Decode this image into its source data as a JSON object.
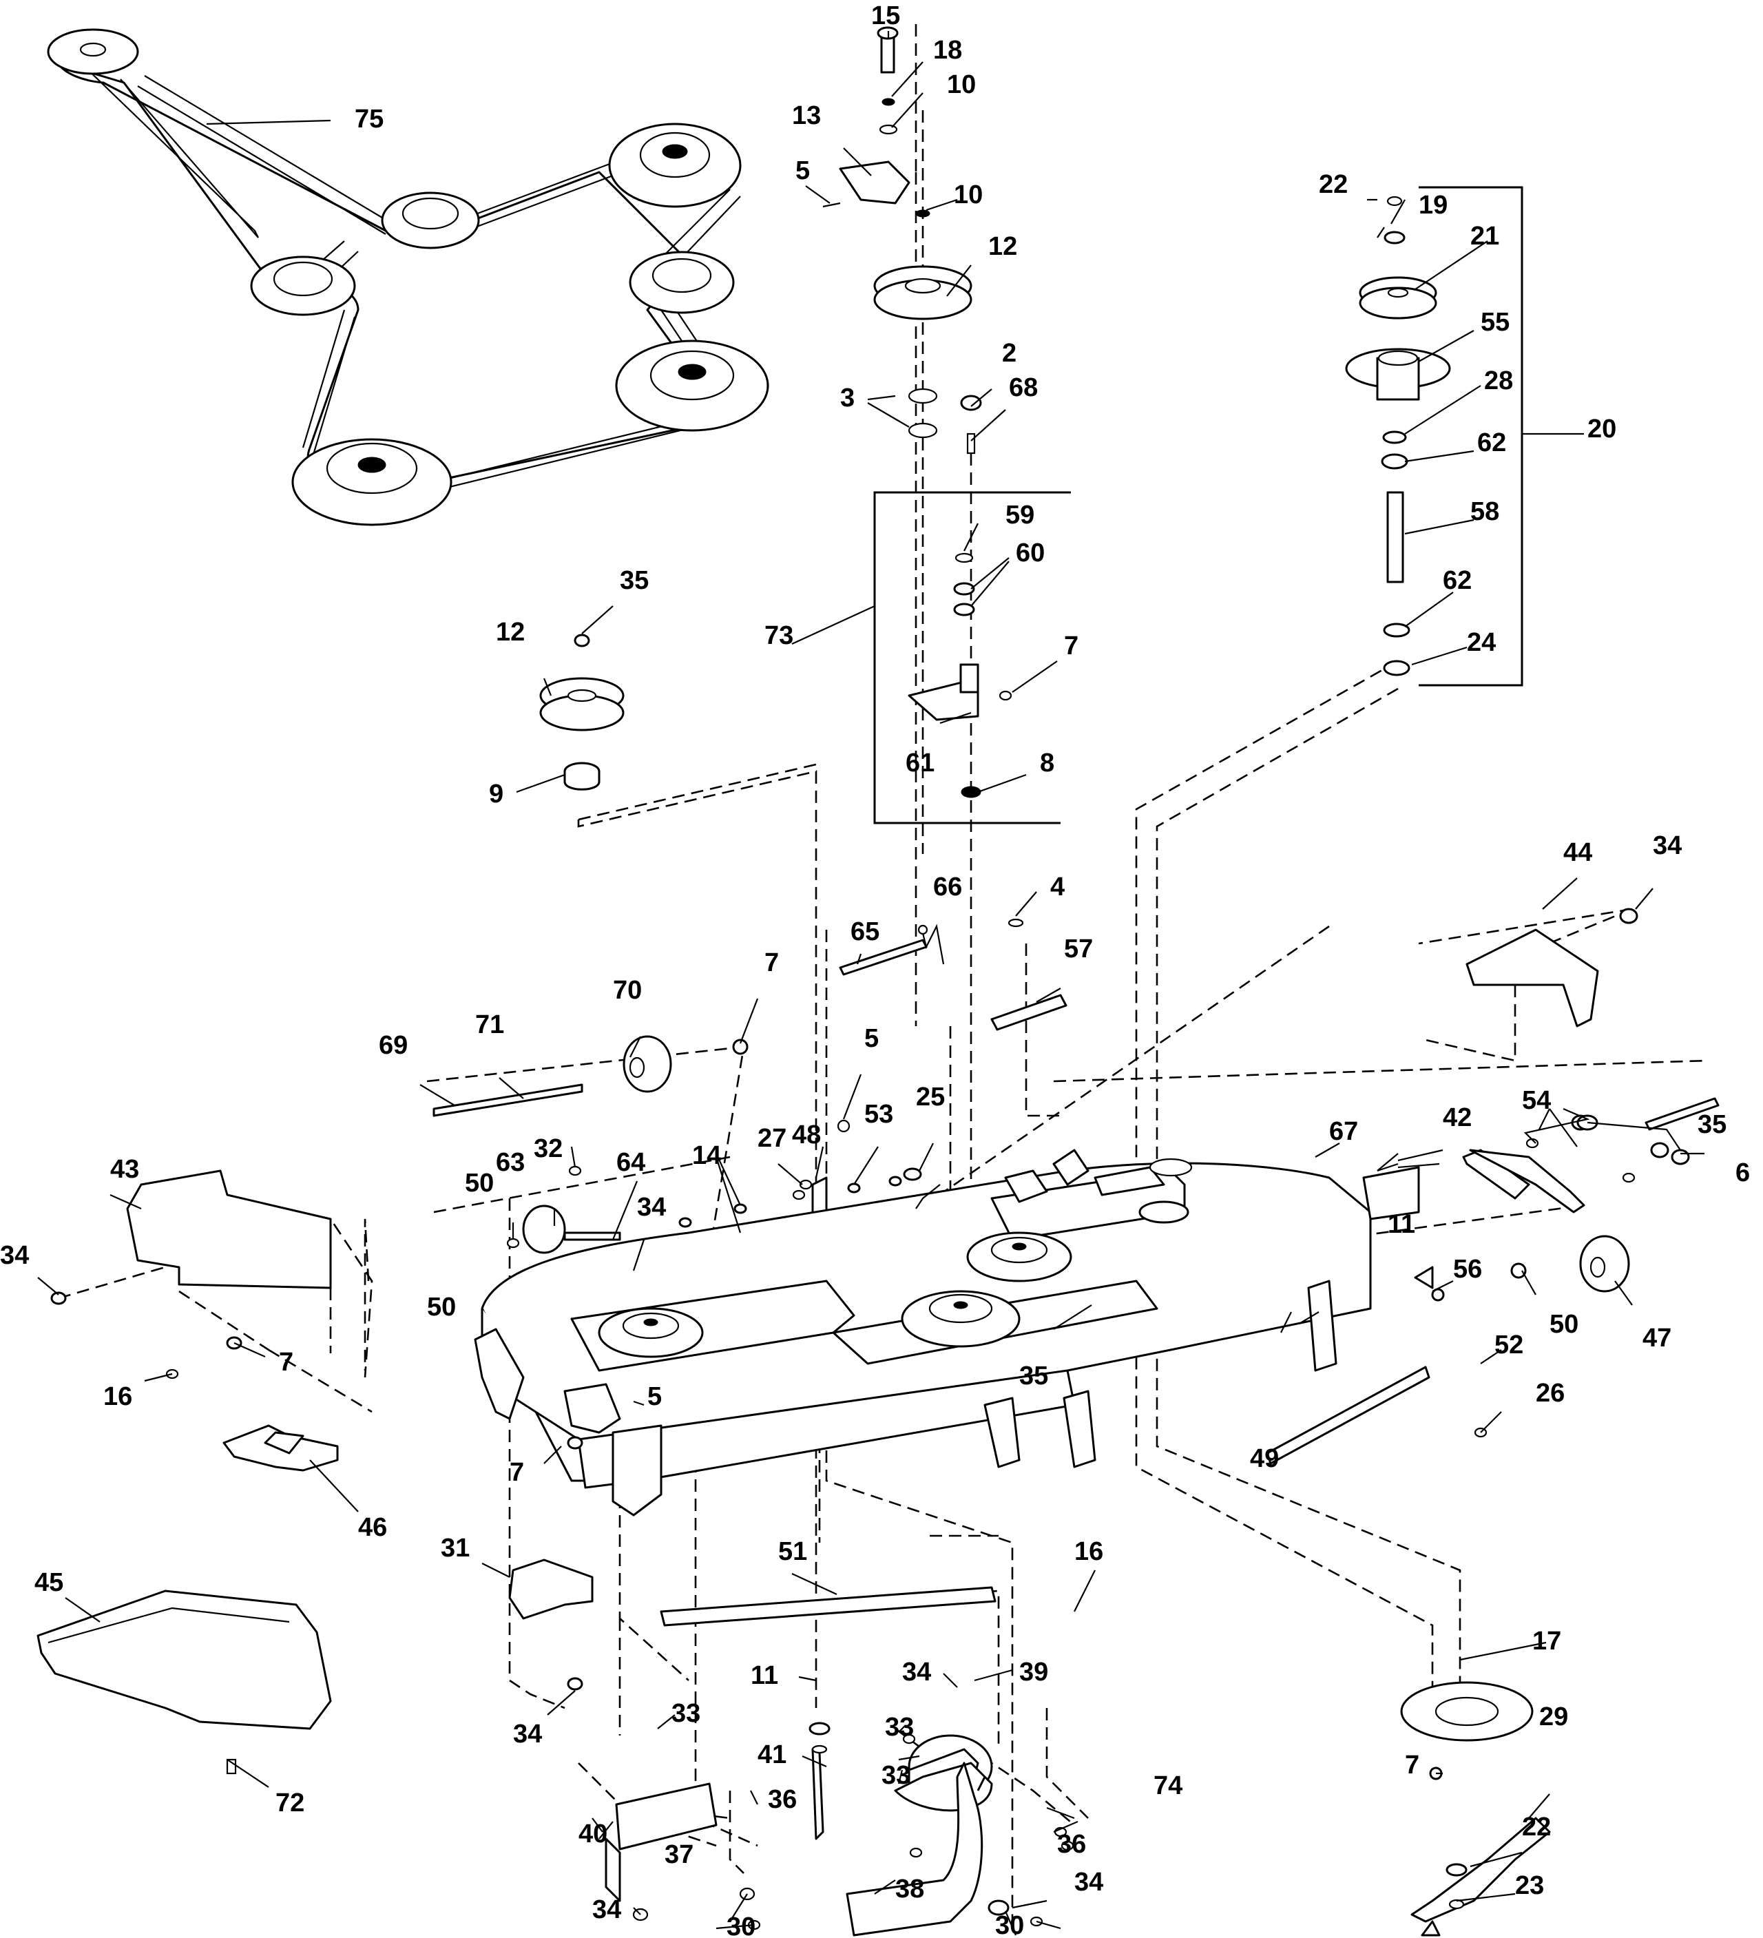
{
  "diagram": {
    "type": "exploded-parts-diagram",
    "callouts": [
      "75",
      "15",
      "18",
      "10",
      "13",
      "5",
      "10",
      "12",
      "2",
      "3",
      "68",
      "22",
      "19",
      "21",
      "55",
      "28",
      "20",
      "62",
      "58",
      "62",
      "24",
      "59",
      "60",
      "73",
      "7",
      "61",
      "8",
      "35",
      "12",
      "9",
      "44",
      "34",
      "4",
      "66",
      "65",
      "57",
      "70",
      "7",
      "69",
      "71",
      "5",
      "25",
      "53",
      "48",
      "27",
      "14",
      "32",
      "63",
      "64",
      "50",
      "34",
      "43",
      "34",
      "67",
      "54",
      "42",
      "35",
      "6",
      "11",
      "56",
      "50",
      "47",
      "35",
      "7",
      "16",
      "5",
      "50",
      "52",
      "26",
      "49",
      "7",
      "46",
      "31",
      "51",
      "16",
      "45",
      "11",
      "34",
      "39",
      "33",
      "34",
      "41",
      "72",
      "33",
      "29",
      "17",
      "7",
      "33",
      "36",
      "40",
      "74",
      "37",
      "22",
      "36",
      "38",
      "34",
      "34",
      "30",
      "30",
      "23"
    ]
  }
}
